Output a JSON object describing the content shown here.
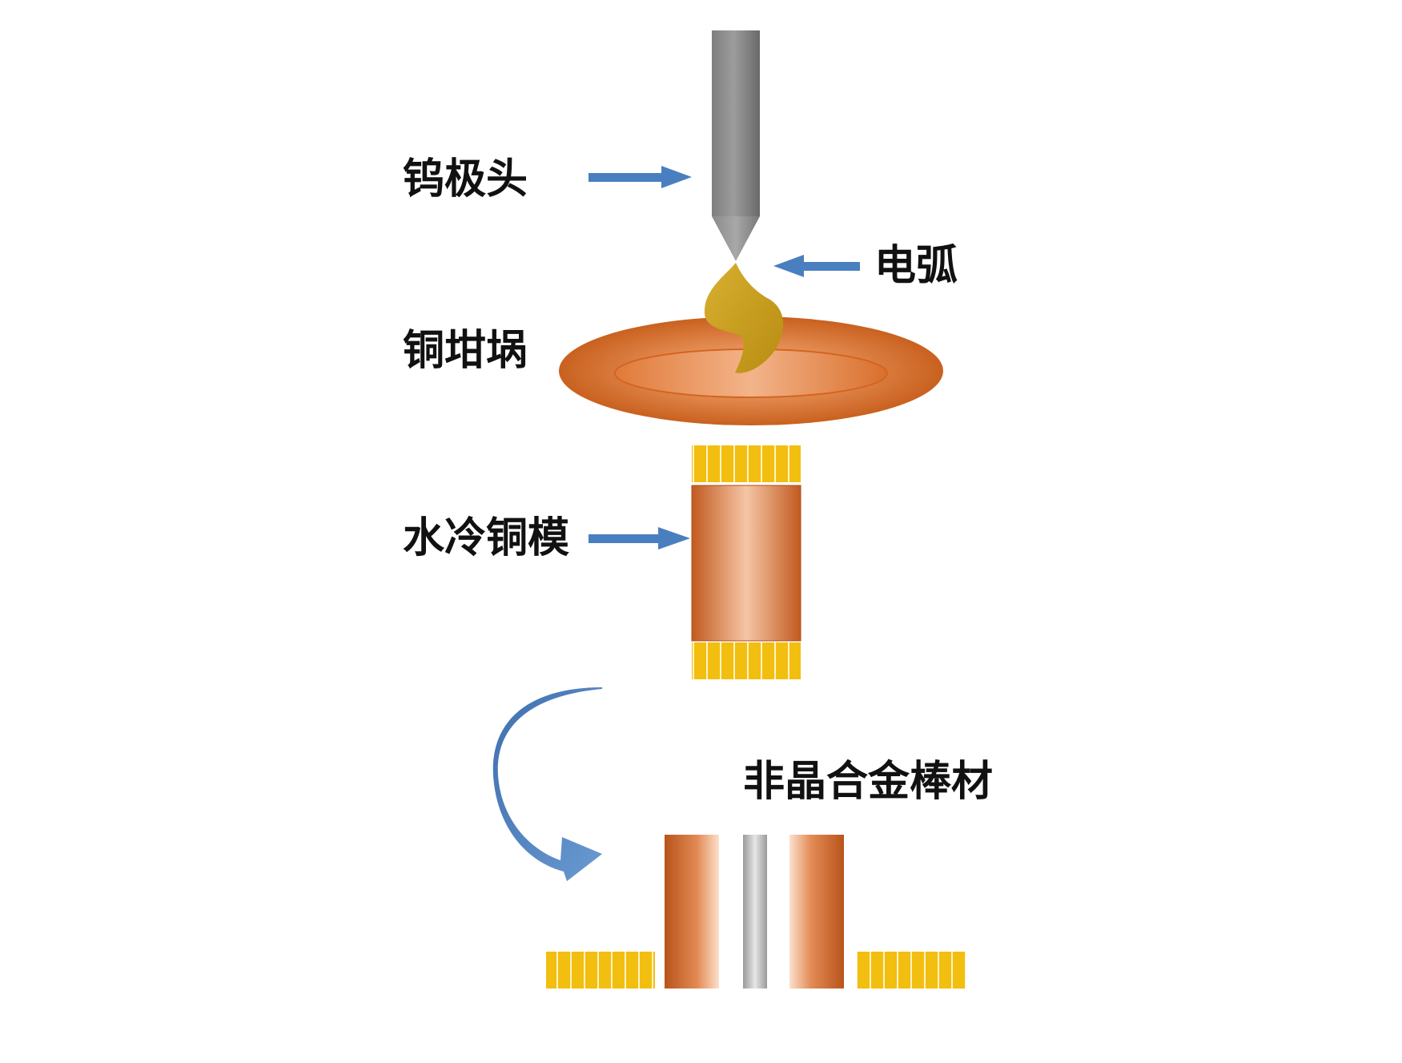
{
  "labels": {
    "tungsten_electrode": "钨极头",
    "arc": "电弧",
    "copper_crucible": "铜坩埚",
    "water_cooled_copper_mold": "水冷铜模",
    "amorphous_alloy_rod": "非晶合金棒材"
  },
  "colors": {
    "label_text": "#111111",
    "arrow_blue": "#4A7FBF",
    "copper_dark": "#C25A1F",
    "copper_light": "#F5C6A5",
    "coolant_yellow": "#F2BE10",
    "melt_gold": "#C9A01C",
    "electrode_gray": "#8A8A8A",
    "rod_gray": "#B5B5B5"
  }
}
